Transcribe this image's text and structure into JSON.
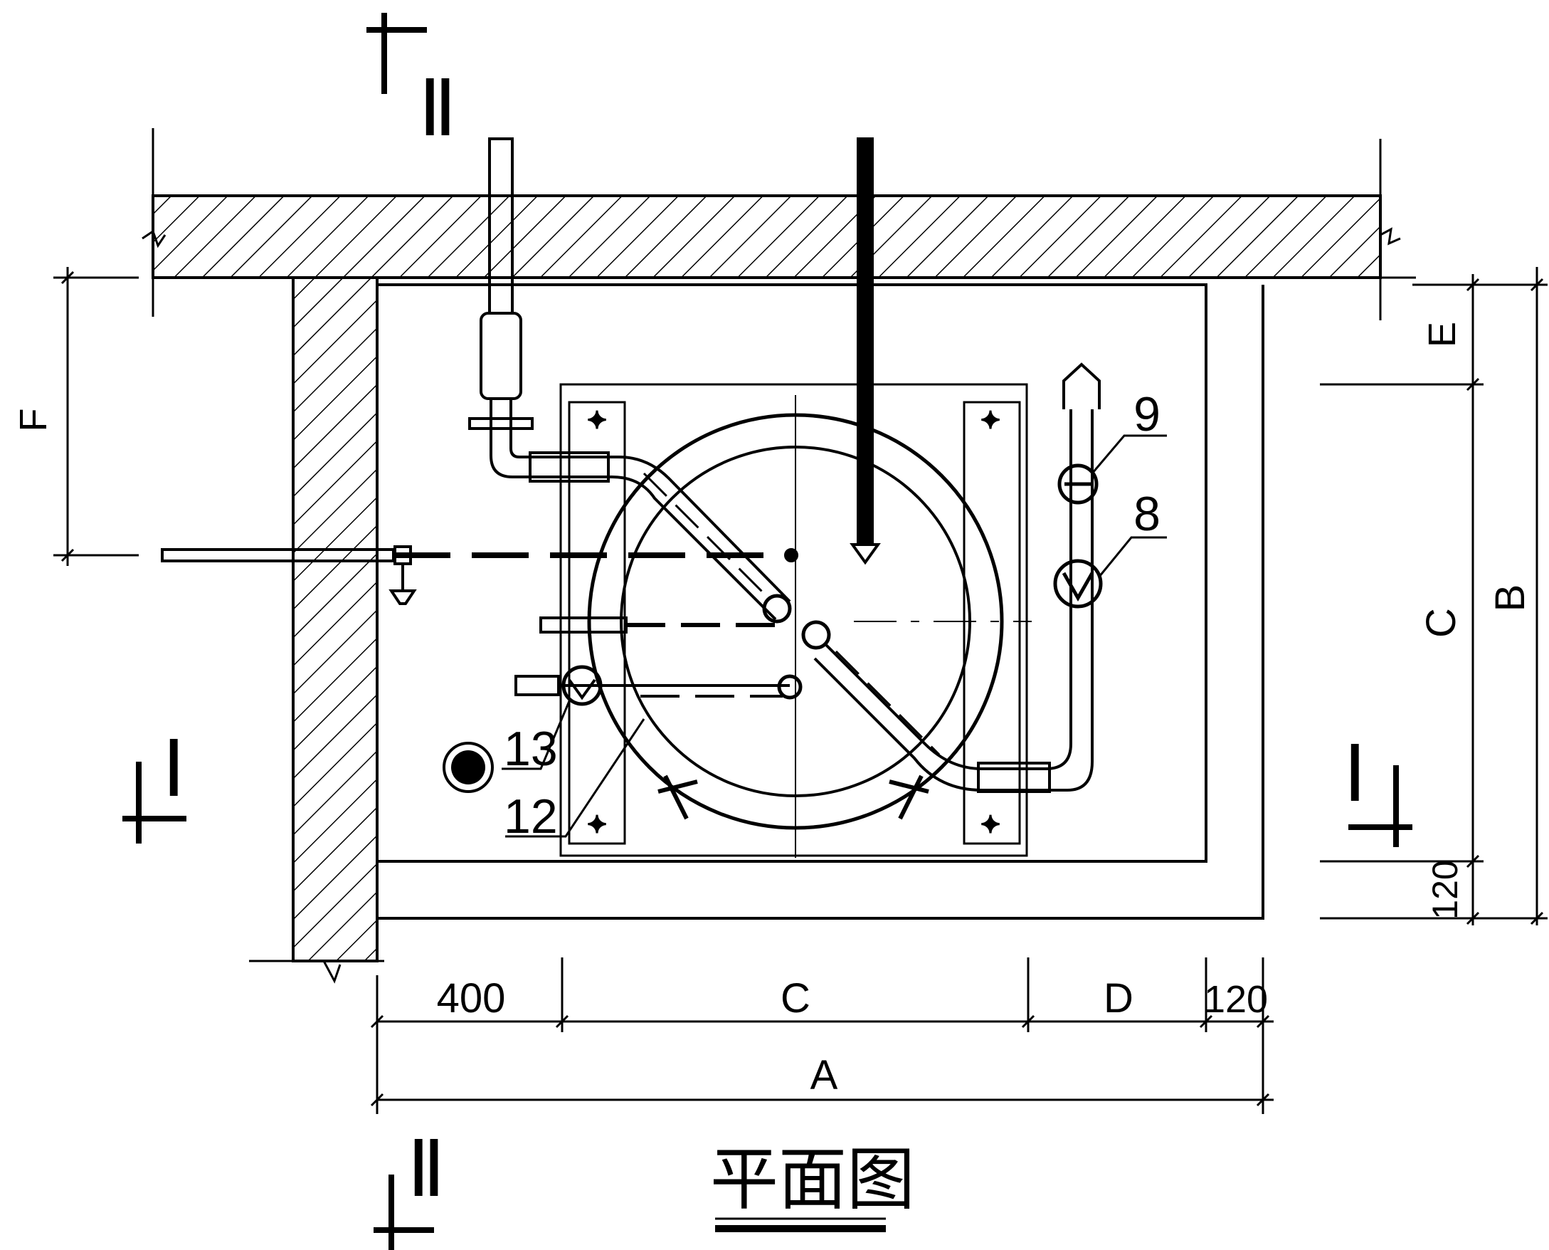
{
  "section_marks": {
    "top": "Ⅱ",
    "bottom": "Ⅱ",
    "left": "Ⅰ",
    "right": "Ⅰ"
  },
  "dimensions": {
    "bottom_row": [
      "400",
      "C",
      "D",
      "120"
    ],
    "bottom_total": "A",
    "right_inner": [
      "E",
      "C",
      "120"
    ],
    "right_total": "B",
    "left": "F"
  },
  "callouts": [
    "9",
    "8",
    "13",
    "12"
  ],
  "title": "平面图",
  "colors": {
    "line": "#000000",
    "background": "#ffffff"
  }
}
